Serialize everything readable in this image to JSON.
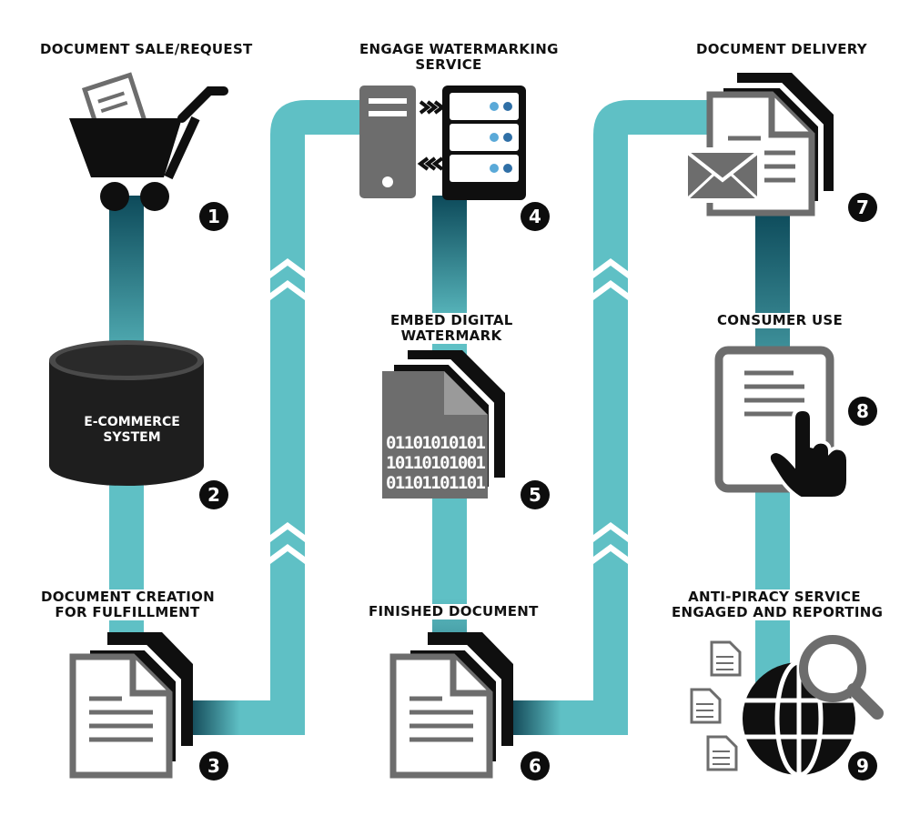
{
  "colors": {
    "track": "#5fc0c5",
    "track_dark": "#0d4a5a",
    "icon_black": "#0f0f0f",
    "icon_gray": "#6d6d6d",
    "accent_blue": "#5aa9d8"
  },
  "steps": [
    {
      "number": "1",
      "lines": [
        "DOCUMENT SALE/REQUEST"
      ],
      "icon": "shopping-cart-icon"
    },
    {
      "number": "2",
      "lines": [],
      "icon": "database-icon",
      "inner_lines": [
        "E-COMMERCE",
        "SYSTEM"
      ]
    },
    {
      "number": "3",
      "lines": [
        "DOCUMENT CREATION",
        "FOR FULFILLMENT"
      ],
      "icon": "document-stack-icon"
    },
    {
      "number": "4",
      "lines": [
        "ENGAGE WATERMARKING",
        "SERVICE"
      ],
      "icon": "server-icon"
    },
    {
      "number": "5",
      "lines": [
        "EMBED DIGITAL",
        "WATERMARK"
      ],
      "icon": "binary-document-icon"
    },
    {
      "number": "6",
      "lines": [
        "FINISHED DOCUMENT"
      ],
      "icon": "document-stack-icon"
    },
    {
      "number": "7",
      "lines": [
        "DOCUMENT DELIVERY"
      ],
      "icon": "envelope-document-icon"
    },
    {
      "number": "8",
      "lines": [
        "CONSUMER USE"
      ],
      "icon": "tablet-touch-icon"
    },
    {
      "number": "9",
      "lines": [
        "ANTI-PIRACY SERVICE",
        "ENGAGED AND REPORTING"
      ],
      "icon": "globe-search-icon"
    }
  ],
  "binary_lines": [
    "01101010101",
    "10110101001",
    "01101101101"
  ]
}
